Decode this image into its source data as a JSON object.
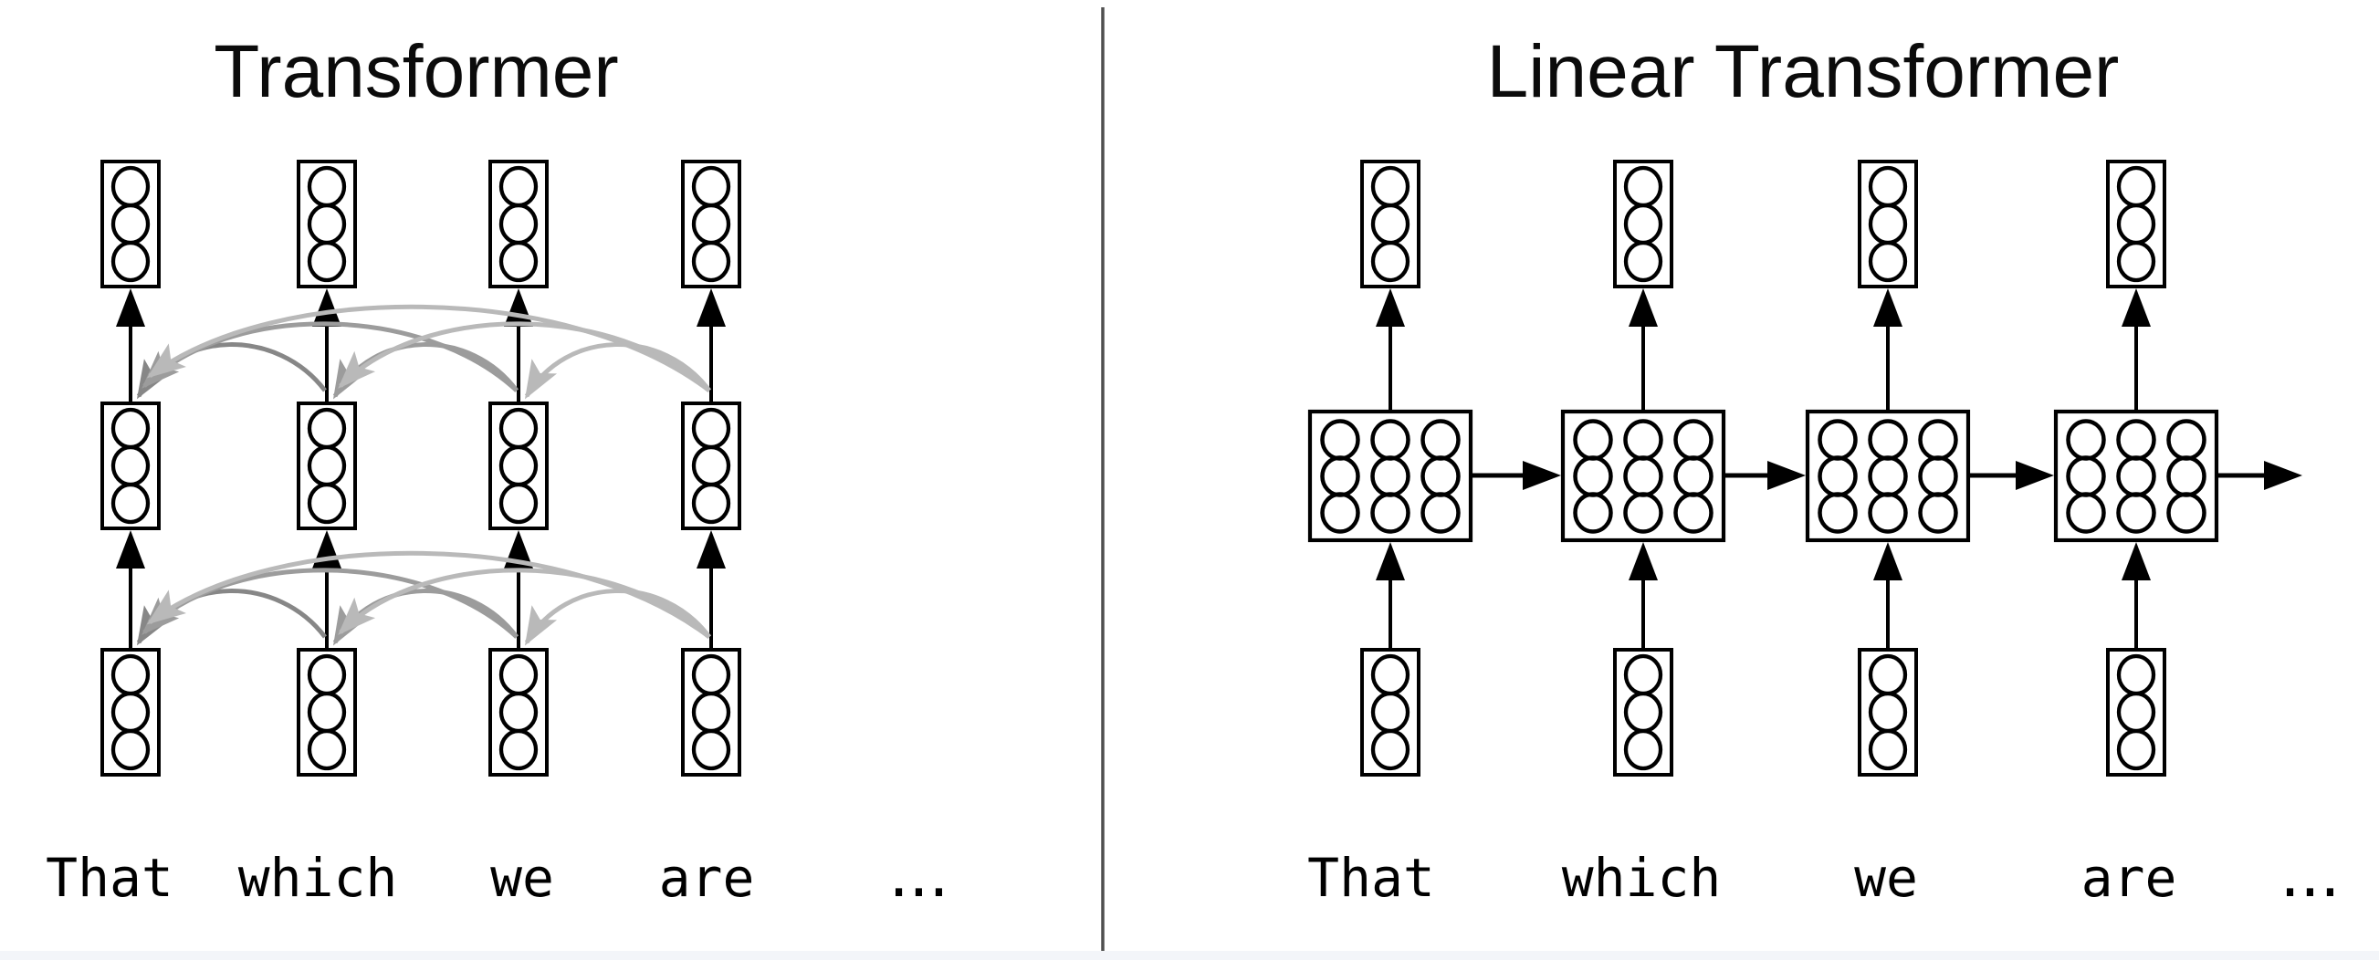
{
  "left_panel": {
    "title": "Transformer",
    "words": [
      "That",
      "which",
      "we",
      "are",
      "..."
    ],
    "columns": 4,
    "vector_rows": 3,
    "circles_per_vector": 3,
    "attention_arc_colors": {
      "from_col2": "#878787",
      "from_col3": "#9c9c9c",
      "from_col4": "#b9b9b9"
    }
  },
  "right_panel": {
    "title": "Linear Transformer",
    "words": [
      "That",
      "which",
      "we",
      "are",
      "..."
    ],
    "columns": 4,
    "matrix_grid_rows": 3,
    "matrix_grid_cols": 3,
    "circles_per_vector": 3
  },
  "colors": {
    "ink": "#000000",
    "box_fill": "#ffffff",
    "divider": "#4f4f4f",
    "bottom_strip": "#f3f5f9"
  }
}
